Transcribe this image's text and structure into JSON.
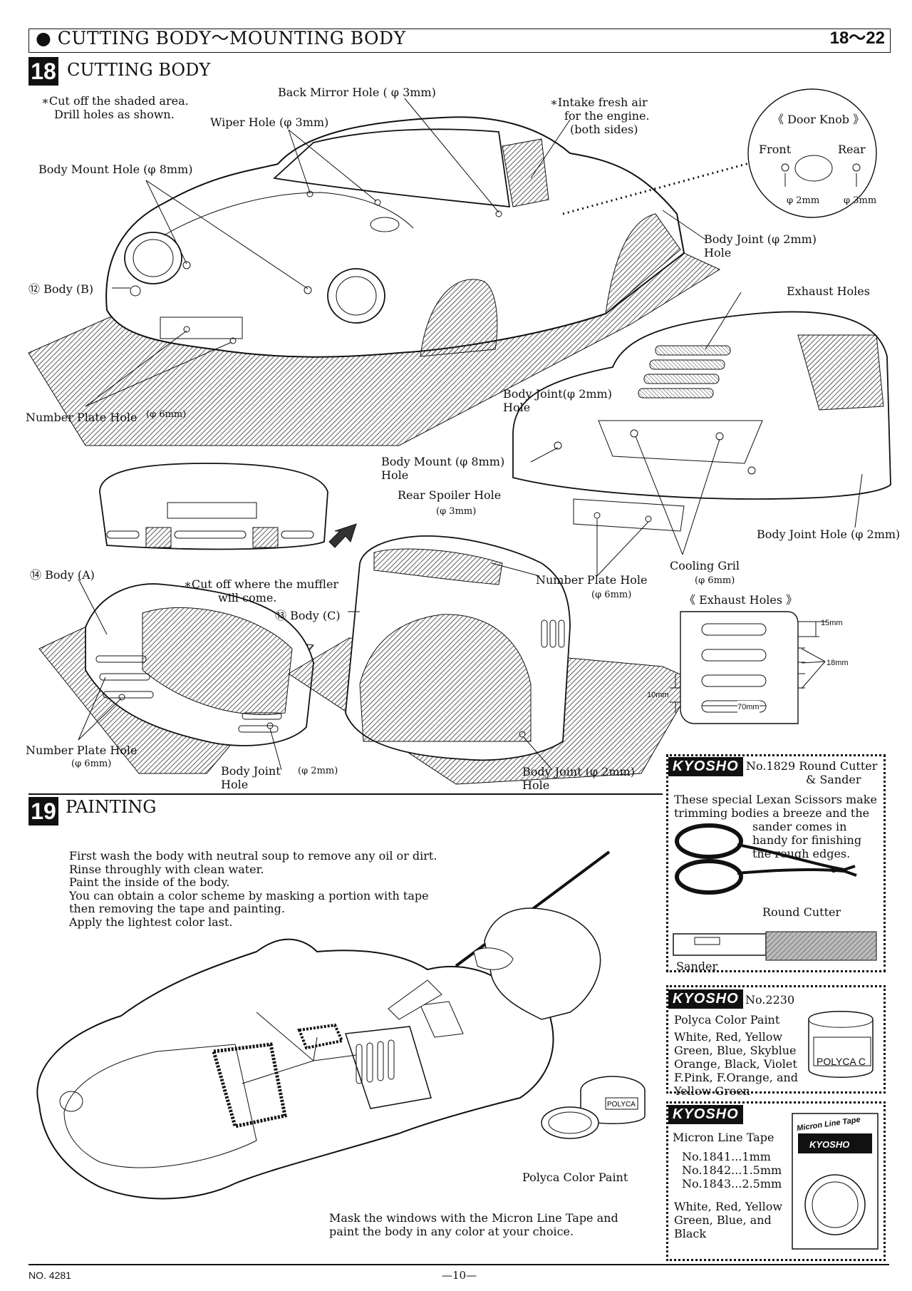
{
  "header": {
    "title": "● CUTTING BODY〜MOUNTING BODY",
    "step_range": "18〜22"
  },
  "step18": {
    "number": "18",
    "title": "CUTTING BODY",
    "note_line1": "∗Cut off the shaded area.",
    "note_line2": "Drill holes as shown.",
    "labels": {
      "back_mirror": "Back Mirror Hole ( φ 3mm)",
      "wiper": "Wiper Hole (φ 3mm)",
      "intake1": "∗Intake fresh air",
      "intake2": "for the engine.",
      "intake3": "(both sides)",
      "door_knob": "《 Door Knob 》",
      "front": "Front",
      "rear": "Rear",
      "front_size": "φ 2mm",
      "rear_size": "φ 3mm",
      "body_mount_top": "Body Mount Hole (φ 8mm)",
      "body_b": "⑫ Body (B)",
      "body_joint_hole_top1": "Body Joint (φ 2mm)",
      "body_joint_hole_top2": "Hole",
      "exhaust_holes": "Exhaust Holes",
      "number_plate_top": "Number Plate Hole",
      "number_plate_top_size": "(φ 6mm)",
      "body_joint_mid1": "Body Joint(φ 2mm)",
      "body_joint_mid2": "Hole",
      "body_mount_mid1": "Body Mount (φ 8mm)",
      "body_mount_mid2": "Hole",
      "rear_spoiler1": "Rear Spoiler Hole",
      "rear_spoiler2": "(φ 3mm)",
      "body_joint_right": "Body Joint Hole (φ 2mm)",
      "body_a": "⑭ Body (A)",
      "cut_muffler1": "∗Cut off where the muffler",
      "cut_muffler2": "will come.",
      "body_c": "⑬ Body (C)",
      "number_plate_mid1": "Number Plate Hole",
      "number_plate_mid2": "(φ 6mm)",
      "cooling_gril1": "Cooling Gril",
      "cooling_gril2": "(φ 6mm)",
      "exhaust_detail": "《 Exhaust Holes 》",
      "dim_15": "15mm",
      "dim_18": "18mm",
      "dim_10": "10mm",
      "dim_70": "70mm",
      "number_plate_bottom1": "Number Plate Hole",
      "number_plate_bottom2": "(φ 6mm)",
      "body_joint_bottom_l1": "Body Joint",
      "body_joint_bottom_l_size": "(φ 2mm)",
      "body_joint_bottom_l2": "Hole",
      "body_joint_bottom_r1": "Body Joint (φ 2mm)",
      "body_joint_bottom_r2": "Hole"
    }
  },
  "step19": {
    "number": "19",
    "title": "PAINTING",
    "instructions": [
      "First wash the body with neutral soup to remove any oil or dirt.",
      "Rinse throughly with clean water.",
      "Paint the inside of the body.",
      "You can obtain a color scheme by masking a portion with tape",
      "then removing the tape and painting.",
      "Apply the lightest color last."
    ],
    "polyca_label": "Polyca Color Paint",
    "mask_line1": "Mask the windows with the Micron Line Tape and",
    "mask_line2": "paint the body in any color at your choice."
  },
  "sidebar": {
    "brand": "KYOSHO",
    "cutter": {
      "title1": "No.1829 Round Cutter",
      "title2": "& Sander",
      "desc": [
        "These special Lexan Scissors make",
        "trimming bodies a breeze and the",
        "sander comes in",
        "handy for finishing",
        "the rough edges."
      ],
      "round_cutter": "Round Cutter",
      "sander": "Sander"
    },
    "paint": {
      "title": "No.2230",
      "name": "Polyca Color Paint",
      "colors": [
        "White, Red, Yellow",
        "Green, Blue, Skyblue",
        "Orange, Black, Violet",
        "F.Pink, F.Orange, and",
        "Yellow Green"
      ],
      "jar_label": "POLYCA C"
    },
    "tape": {
      "name": "Micron Line Tape",
      "sizes": [
        "No.1841...1mm",
        "No.1842...1.5mm",
        "No.1843...2.5mm"
      ],
      "colors": [
        "White, Red, Yellow",
        "Green, Blue, and",
        "Black"
      ],
      "pack_label": "Micron Line Tape"
    }
  },
  "footer": {
    "model_no": "NO. 4281",
    "page": "—10—"
  }
}
